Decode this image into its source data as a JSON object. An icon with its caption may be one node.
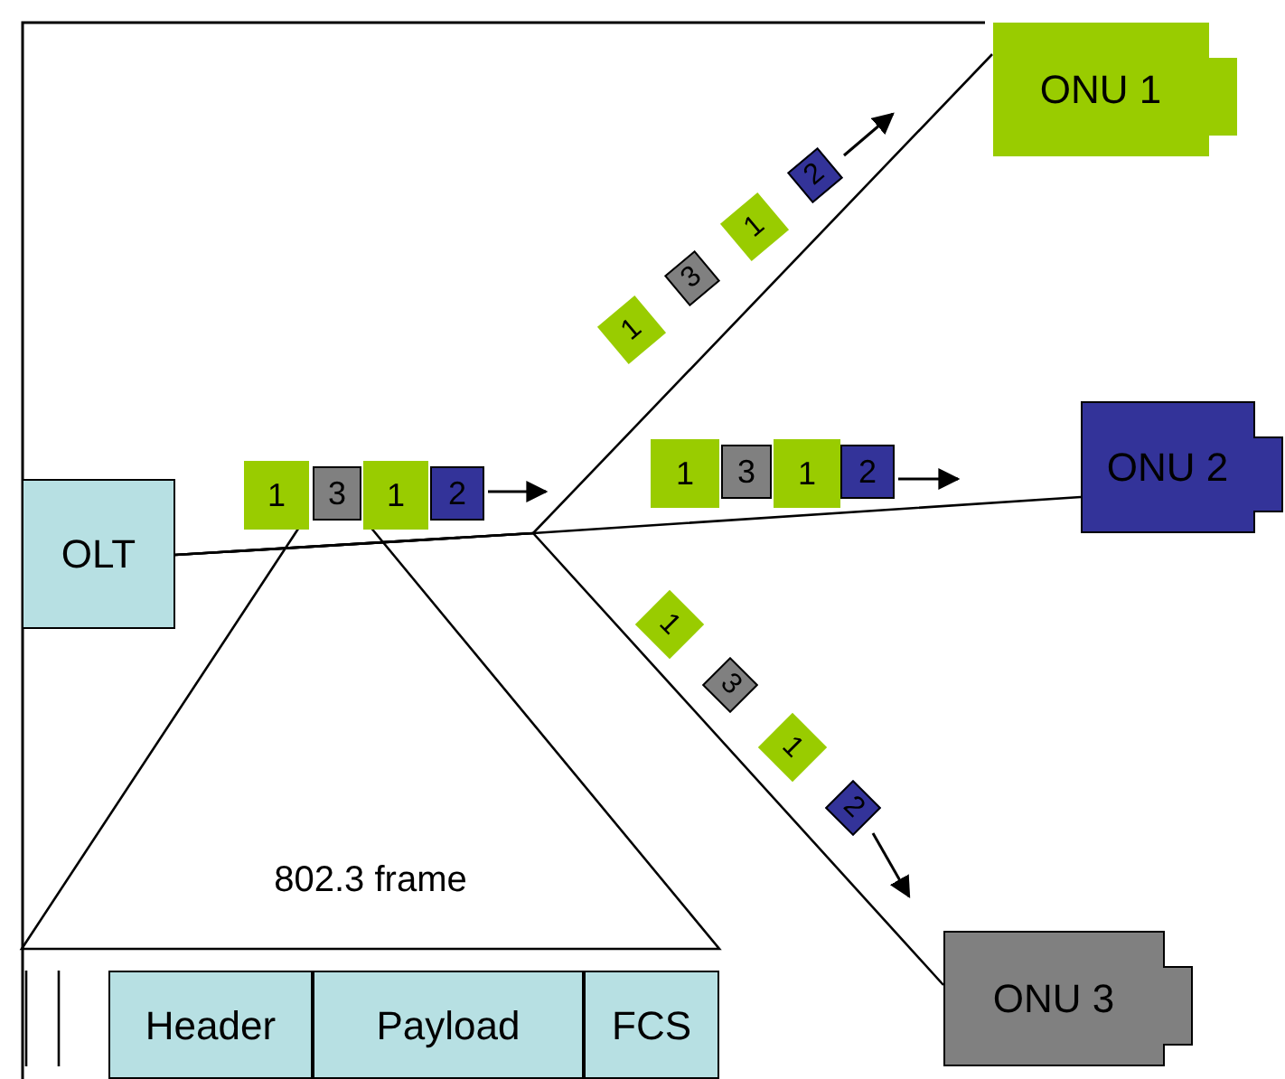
{
  "diagram": {
    "nodes": [
      {
        "text": [
          "OLT"
        ]
      },
      {
        "text": [
          "1"
        ]
      },
      {
        "text": [
          "3"
        ]
      },
      {
        "text": [
          "1"
        ]
      },
      {
        "text": [
          "2"
        ]
      },
      {
        "text": [
          "1"
        ]
      },
      {
        "text": [
          "3"
        ]
      },
      {
        "text": [
          "1"
        ]
      },
      {
        "text": [
          "2"
        ]
      },
      {
        "text": [
          "1"
        ]
      },
      {
        "text": [
          "3"
        ]
      },
      {
        "text": [
          "1"
        ]
      },
      {
        "text": [
          "2"
        ]
      },
      {
        "text": [
          "1"
        ]
      },
      {
        "text": [
          "3"
        ]
      },
      {
        "text": [
          "1"
        ]
      },
      {
        "text": [
          "2"
        ]
      },
      {
        "text": [
          "ONU 1"
        ]
      },
      {
        "text": [
          "ONU 2"
        ]
      },
      {
        "text": [
          "ONU 3"
        ]
      },
      {
        "text": [
          "802.3 frame"
        ]
      },
      {
        "text": [
          "Header"
        ]
      },
      {
        "text": [
          "Payload"
        ]
      },
      {
        "text": [
          "FCS"
        ]
      }
    ],
    "edges": [
      {
        "from": 0,
        "to": 17,
        "arrow": "none"
      },
      {
        "from": 0,
        "to": 18,
        "arrow": "none"
      },
      {
        "from": 0,
        "to": 19,
        "arrow": "none"
      }
    ]
  }
}
